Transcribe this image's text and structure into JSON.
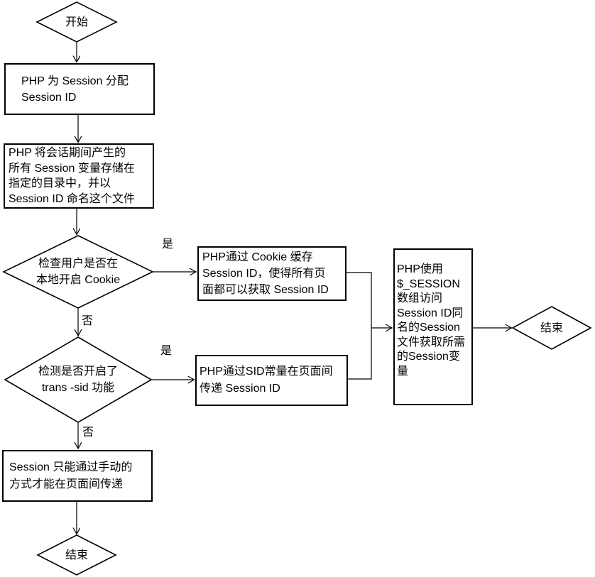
{
  "nodes": {
    "start": {
      "label": "开始",
      "shape": "diamond"
    },
    "assign_id": {
      "label": "PHP 为 Session 分配\nSession ID",
      "shape": "rect"
    },
    "store_vars": {
      "label": "PHP 将会话期间产生的\n所有 Session 变量存储在\n指定的目录中，并以\nSession ID 命名这个文件",
      "shape": "rect"
    },
    "check_cookie": {
      "label": "检查用户是否在\n本地开启 Cookie",
      "shape": "diamond"
    },
    "cookie_cache": {
      "label": "PHP通过 Cookie 缓存\nSession ID，使得所有页\n面都可以获取 Session ID",
      "shape": "rect"
    },
    "check_trans_sid": {
      "label": "检测是否开启了\ntrans -sid 功能",
      "shape": "diamond"
    },
    "sid_constant": {
      "label": "PHP通过SID常量在页面间\n传递 Session ID",
      "shape": "rect"
    },
    "session_array": {
      "label": "PHP使用\n$_SESSION\n数组访问\nSession ID同\n名的Session\n文件获取所需\n的Session变\n量",
      "shape": "rect"
    },
    "manual_pass": {
      "label": "Session 只能通过手动的\n方式才能在页面间传递",
      "shape": "rect"
    },
    "end_right": {
      "label": "结束",
      "shape": "diamond"
    },
    "end_bottom": {
      "label": "结束",
      "shape": "diamond"
    }
  },
  "edge_labels": {
    "cookie_yes": "是",
    "cookie_no": "否",
    "trans_yes": "是",
    "trans_no": "否"
  },
  "colors": {
    "stroke": "#000000",
    "background": "#ffffff",
    "text": "#000000"
  }
}
